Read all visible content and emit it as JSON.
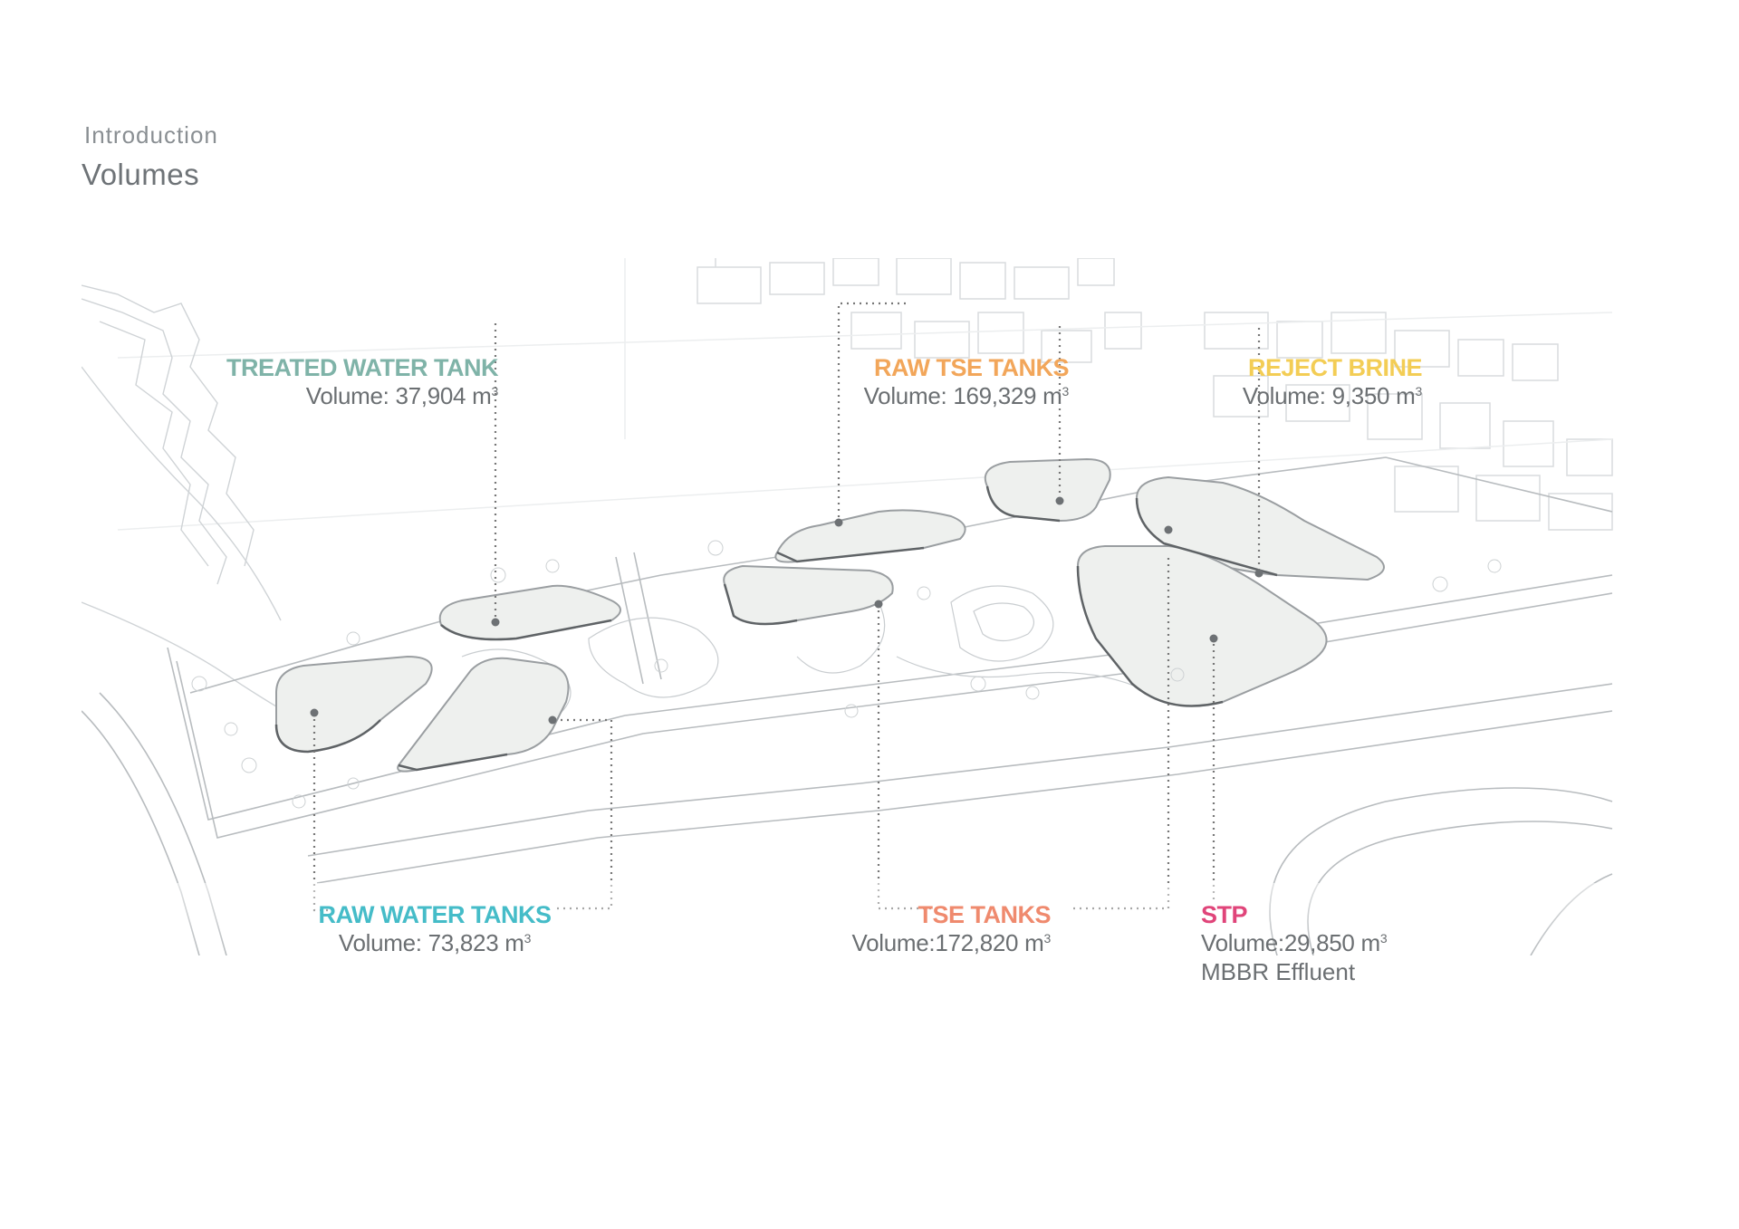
{
  "header": {
    "section": "Introduction",
    "title": "Volumes"
  },
  "colors": {
    "treated_water": "#7fb3a8",
    "raw_tse": "#f2a65a",
    "reject_brine": "#f3cd55",
    "raw_water": "#45bcc8",
    "tse": "#ef8a6e",
    "stp": "#e0457a",
    "leader": "#777777"
  },
  "labels": {
    "treated_water": {
      "name": "TREATED WATER TANK",
      "volume": "Volume: 37,904 m",
      "unit_sup": "3"
    },
    "raw_tse": {
      "name": "RAW TSE TANKS",
      "volume": "Volume: 169,329 m",
      "unit_sup": "3"
    },
    "reject_brine": {
      "name": "REJECT BRINE",
      "volume": "Volume: 9,350 m",
      "unit_sup": "3"
    },
    "raw_water": {
      "name": "RAW WATER TANKS",
      "volume": "Volume: 73,823 m",
      "unit_sup": "3"
    },
    "tse": {
      "name": "TSE TANKS",
      "volume": "Volume:172,820 m",
      "unit_sup": "3"
    },
    "stp": {
      "name": "STP",
      "volume": "Volume:29,850 m",
      "unit_sup": "3",
      "note": "MBBR Effluent"
    }
  }
}
